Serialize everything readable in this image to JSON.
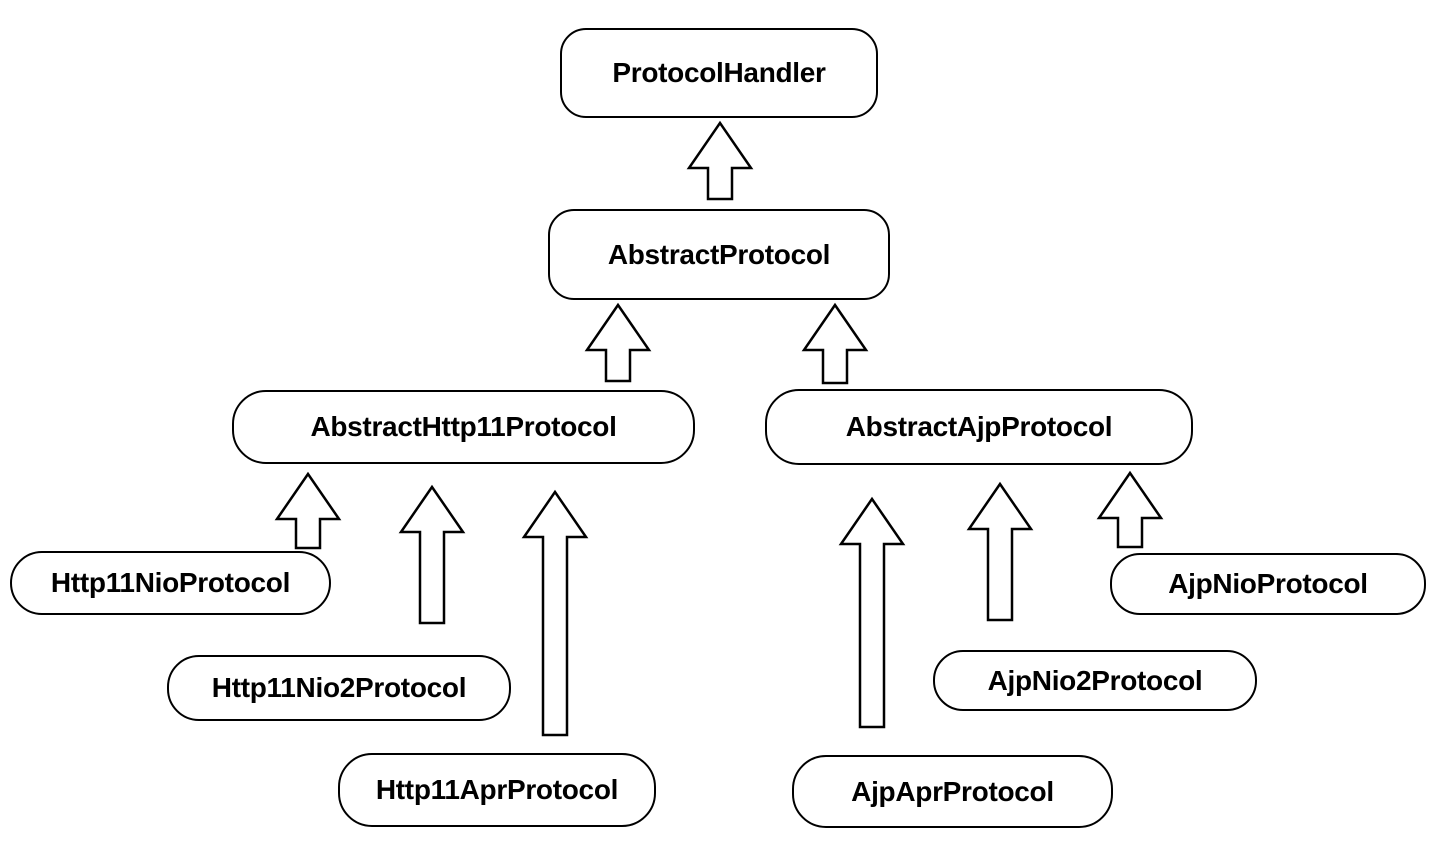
{
  "diagram": {
    "type": "class-inheritance-hierarchy",
    "colors": {
      "background": "#ffffff",
      "node_fill": "#ffffff",
      "node_border": "#000000",
      "text": "#000000",
      "arrow_fill": "#ffffff",
      "arrow_stroke": "#000000"
    },
    "nodes": [
      {
        "id": "protocol-handler",
        "label": "ProtocolHandler"
      },
      {
        "id": "abstract-protocol",
        "label": "AbstractProtocol"
      },
      {
        "id": "abstract-http11-protocol",
        "label": "AbstractHttp11Protocol"
      },
      {
        "id": "abstract-ajp-protocol",
        "label": "AbstractAjpProtocol"
      },
      {
        "id": "http11-nio-protocol",
        "label": "Http11NioProtocol"
      },
      {
        "id": "http11-nio2-protocol",
        "label": "Http11Nio2Protocol"
      },
      {
        "id": "http11-apr-protocol",
        "label": "Http11AprProtocol"
      },
      {
        "id": "ajp-apr-protocol",
        "label": "AjpAprProtocol"
      },
      {
        "id": "ajp-nio2-protocol",
        "label": "AjpNio2Protocol"
      },
      {
        "id": "ajp-nio-protocol",
        "label": "AjpNioProtocol"
      }
    ],
    "edges": [
      {
        "from": "AbstractProtocol",
        "to": "ProtocolHandler",
        "relation": "inherits"
      },
      {
        "from": "AbstractHttp11Protocol",
        "to": "AbstractProtocol",
        "relation": "inherits"
      },
      {
        "from": "AbstractAjpProtocol",
        "to": "AbstractProtocol",
        "relation": "inherits"
      },
      {
        "from": "Http11NioProtocol",
        "to": "AbstractHttp11Protocol",
        "relation": "inherits"
      },
      {
        "from": "Http11Nio2Protocol",
        "to": "AbstractHttp11Protocol",
        "relation": "inherits"
      },
      {
        "from": "Http11AprProtocol",
        "to": "AbstractHttp11Protocol",
        "relation": "inherits"
      },
      {
        "from": "AjpAprProtocol",
        "to": "AbstractAjpProtocol",
        "relation": "inherits"
      },
      {
        "from": "AjpNio2Protocol",
        "to": "AbstractAjpProtocol",
        "relation": "inherits"
      },
      {
        "from": "AjpNioProtocol",
        "to": "AbstractAjpProtocol",
        "relation": "inherits"
      }
    ]
  }
}
